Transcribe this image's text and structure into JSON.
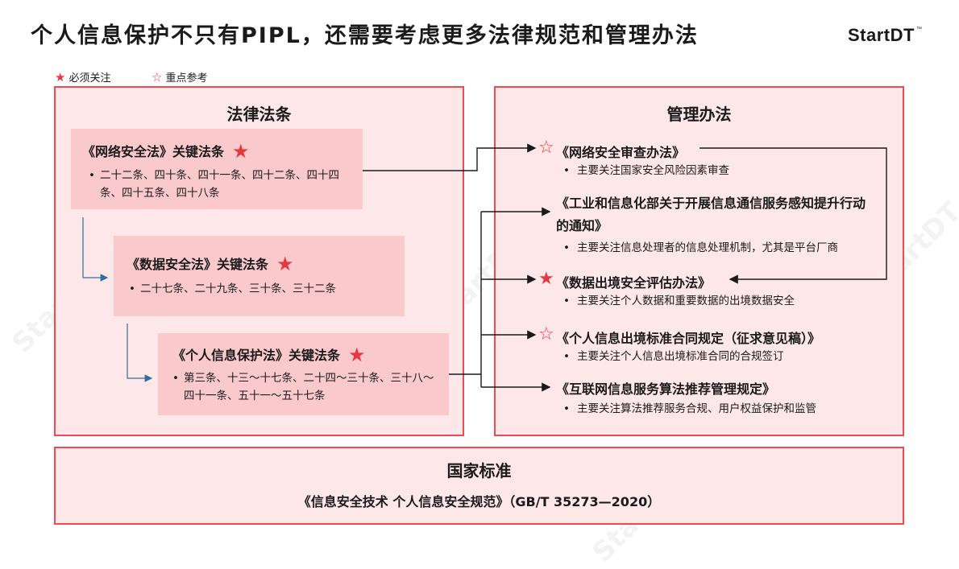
{
  "title": "个人信息保护不只有PIPL，还需要考虑更多法律规范和管理办法",
  "logo": {
    "text": "StartDT",
    "tm": "™"
  },
  "legend": {
    "must": {
      "icon": "solid-star-icon",
      "symbol": "★",
      "label": "必须关注"
    },
    "ref": {
      "icon": "outline-star-icon",
      "symbol": "☆",
      "label": "重点参考"
    }
  },
  "colors": {
    "accent": "#ef4a4f",
    "panel_bg": "#fde7e8",
    "law_box_bg": "#f9c9cb",
    "connector": "#2e6fa0"
  },
  "laws_panel": {
    "title": "法律法条",
    "items": [
      {
        "title": "《网络安全法》关键法条",
        "star": "★",
        "text": "二十二条、四十条、四十一条、四十二条、四十四条、四十五条、四十八条"
      },
      {
        "title": "《数据安全法》关键法条",
        "star": "★",
        "text": "二十七条、二十九条、三十条、三十二条"
      },
      {
        "title": "《个人信息保护法》关键法条",
        "star": "★",
        "text": "第三条、十三～十七条、二十四～三十条、三十八～四十一条、五十一～五十七条"
      }
    ]
  },
  "regs_panel": {
    "title": "管理办法",
    "items": [
      {
        "title": "《网络安全审查办法》",
        "star": "☆",
        "note": "主要关注国家安全风险因素审查"
      },
      {
        "title": "《工业和信息化部关于开展信息通信服务感知提升行动的通知》",
        "star": "",
        "note": "主要关注信息处理者的信息处理机制，尤其是平台厂商"
      },
      {
        "title": "《数据出境安全评估办法》",
        "star": "★",
        "note": "主要关注个人数据和重要数据的出境数据安全"
      },
      {
        "title": "《个人信息出境标准合同规定（征求意见稿）》",
        "star": "☆",
        "note": "主要关注个人信息出境标准合同的合规签订"
      },
      {
        "title": "《互联网信息服务算法推荐管理规定》",
        "star": "",
        "note": "主要关注算法推荐服务合规、用户权益保护和监管"
      }
    ]
  },
  "standard_panel": {
    "title": "国家标准",
    "text": "《信息安全技术 个人信息安全规范》（GB/T 35273—2020）"
  },
  "watermark": "StartDT"
}
